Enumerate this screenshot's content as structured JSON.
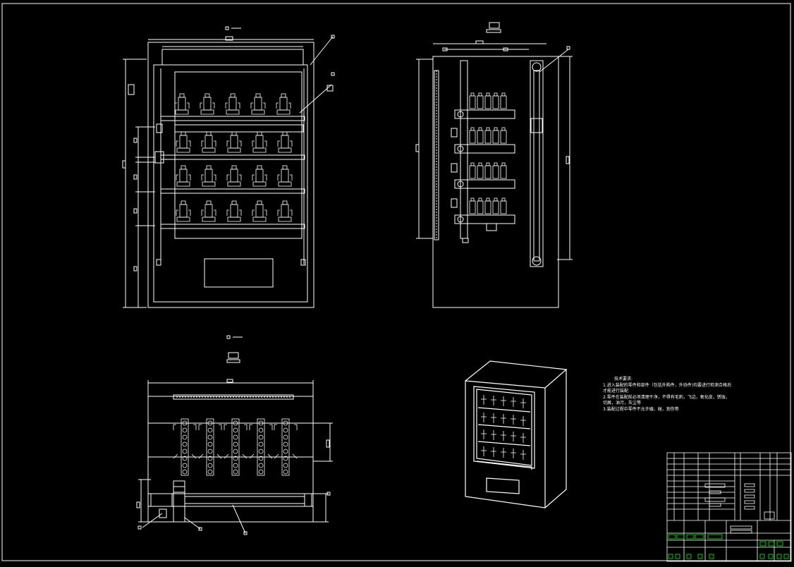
{
  "colors": {
    "background": "#000000",
    "line": "#ffffff",
    "accent": "#00ff00"
  },
  "views": [
    {
      "name": "front-view"
    },
    {
      "name": "side-view"
    },
    {
      "name": "top-section-view"
    },
    {
      "name": "isometric-view"
    }
  ],
  "notes": {
    "title": "技术要求:",
    "lines": [
      "1.进入装配的零件和部件（包括外购件，外协件)均要进行检测合格后",
      "才能进行装配",
      "2.零件在装配前必须清理干净，不得有毛刺，飞边，氧化皮，锈蚀，",
      "切屑，油污，灰尘等",
      "3.装配过程中零件不允许磕，碰，划伤等"
    ]
  }
}
